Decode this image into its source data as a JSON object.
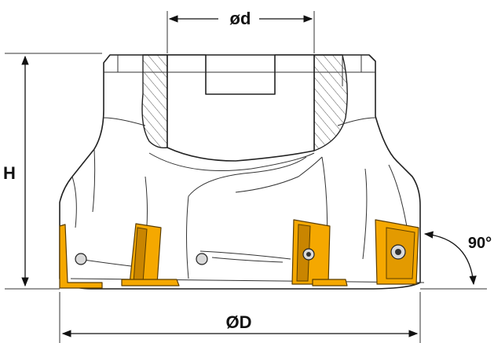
{
  "drawing": {
    "dimensions": {
      "bore_label": "ød",
      "outer_label": "ØD",
      "height_label": "H",
      "angle_label": "90°"
    },
    "colors": {
      "insert": "#f5a800",
      "outline": "#222222",
      "hatch": "#555555"
    }
  }
}
